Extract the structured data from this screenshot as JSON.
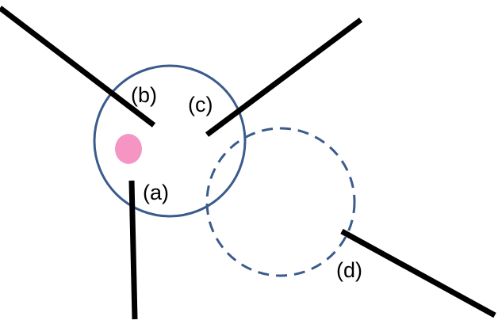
{
  "colors": {
    "line": "#000000",
    "circle": "#3b5b8c",
    "dot": "#f595c4",
    "background": "#ffffff"
  },
  "labels": {
    "a": "(a)",
    "b": "(b)",
    "c": "(c)",
    "d": "(d)"
  }
}
